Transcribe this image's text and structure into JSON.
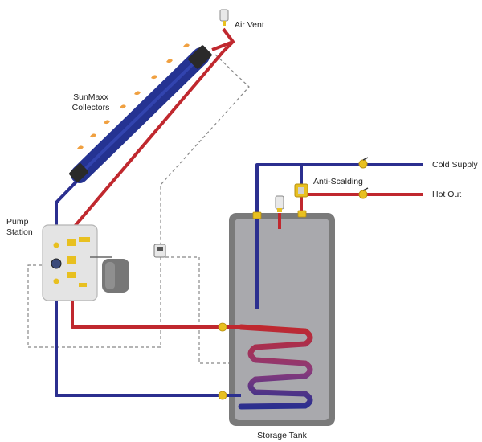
{
  "labels": {
    "air_vent": "Air Vent",
    "collectors": [
      "SunMaxx",
      "Collectors"
    ],
    "pump_station": [
      "Pump",
      "Station"
    ],
    "anti_scalding": "Anti-Scalding",
    "cold_supply": "Cold Supply",
    "hot_out": "Hot Out",
    "storage_tank": "Storage Tank"
  },
  "colors": {
    "cold_pipe": "#2b2f8f",
    "hot_pipe": "#c0282e",
    "collector": "#2a3ba8",
    "tank_outer": "#7a7a7a",
    "tank_inner": "#a9a9ad",
    "fitting": "#e8c020",
    "sun": "#f0a040",
    "sensor_wire": "#888888"
  },
  "icons": [
    "sun-ray-icon",
    "air-vent-icon",
    "ball-valve-icon",
    "expansion-tank-icon",
    "pump-icon",
    "controller-icon",
    "mixing-valve-icon"
  ]
}
